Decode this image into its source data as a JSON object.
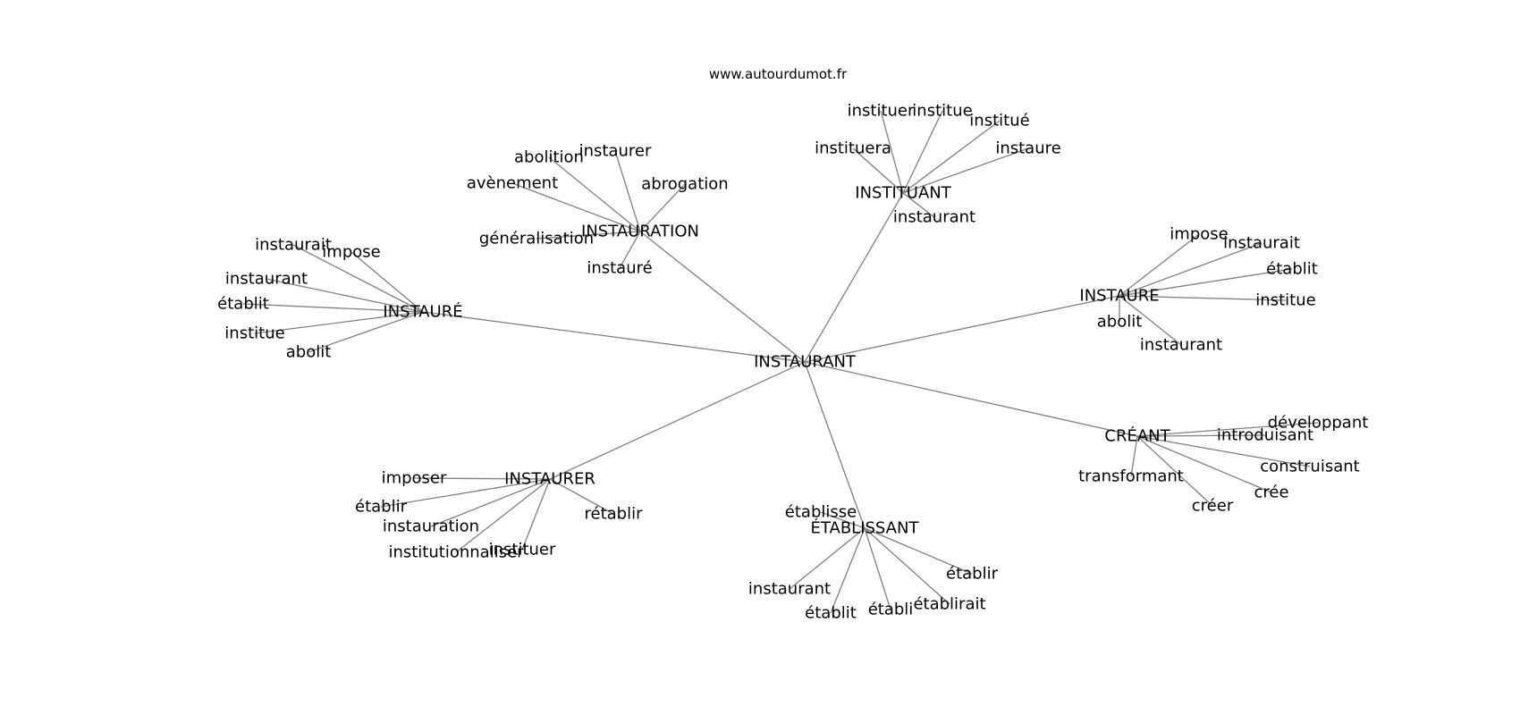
{
  "source": "www.autourdumot.fr",
  "center": "INSTAURANT",
  "groups": [
    {
      "label": "INSTAURATION",
      "words": [
        "abolition",
        "instaurer",
        "avènement",
        "abrogation",
        "généralisation",
        "instauré"
      ]
    },
    {
      "label": "INSTITUANT",
      "words": [
        "instituer",
        "institue",
        "institué",
        "instituera",
        "instaure",
        "instaurant"
      ]
    },
    {
      "label": "INSTAURÉ",
      "words": [
        "instaurait",
        "impose",
        "instaurant",
        "établit",
        "institue",
        "abolit"
      ]
    },
    {
      "label": "INSTAURE",
      "words": [
        "impose",
        "instaurait",
        "établit",
        "institue",
        "abolit",
        "instaurant"
      ]
    },
    {
      "label": "CRÉANT",
      "words": [
        "développant",
        "introduisant",
        "construisant",
        "transformant",
        "crée",
        "créer"
      ]
    },
    {
      "label": "INSTAURER",
      "words": [
        "imposer",
        "établir",
        "instauration",
        "institutionnaliser",
        "instituer",
        "rétablir"
      ]
    },
    {
      "label": "ÉTABLISSANT",
      "words": [
        "établisse",
        "établir",
        "instaurant",
        "établirait",
        "établit",
        "établi"
      ]
    }
  ]
}
